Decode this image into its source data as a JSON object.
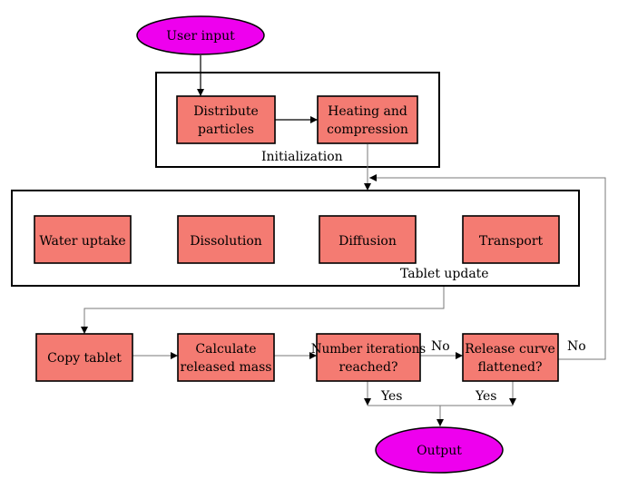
{
  "colors": {
    "terminal_fill": "#ee00ee",
    "process_fill": "#f47b72",
    "edge_color": "#7a7a7a",
    "border_color": "#000000"
  },
  "nodes": {
    "user_input": "User input",
    "distribute": [
      "Distribute",
      "particles"
    ],
    "heating": [
      "Heating and",
      "compression"
    ],
    "water_uptake": "Water uptake",
    "dissolution": "Dissolution",
    "diffusion": "Diffusion",
    "transport": "Transport",
    "copy_tablet": "Copy tablet",
    "calculate": [
      "Calculate",
      "released mass"
    ],
    "iterations": [
      "Number iterations",
      "reached?"
    ],
    "release_curve": [
      "Release curve",
      "flattened?"
    ],
    "output": "Output"
  },
  "groups": {
    "initialization": "Initialization",
    "tablet_update": "Tablet update"
  },
  "edge_labels": {
    "no_iterations": "No",
    "no_release": "No",
    "yes_iterations": "Yes",
    "yes_release": "Yes"
  }
}
